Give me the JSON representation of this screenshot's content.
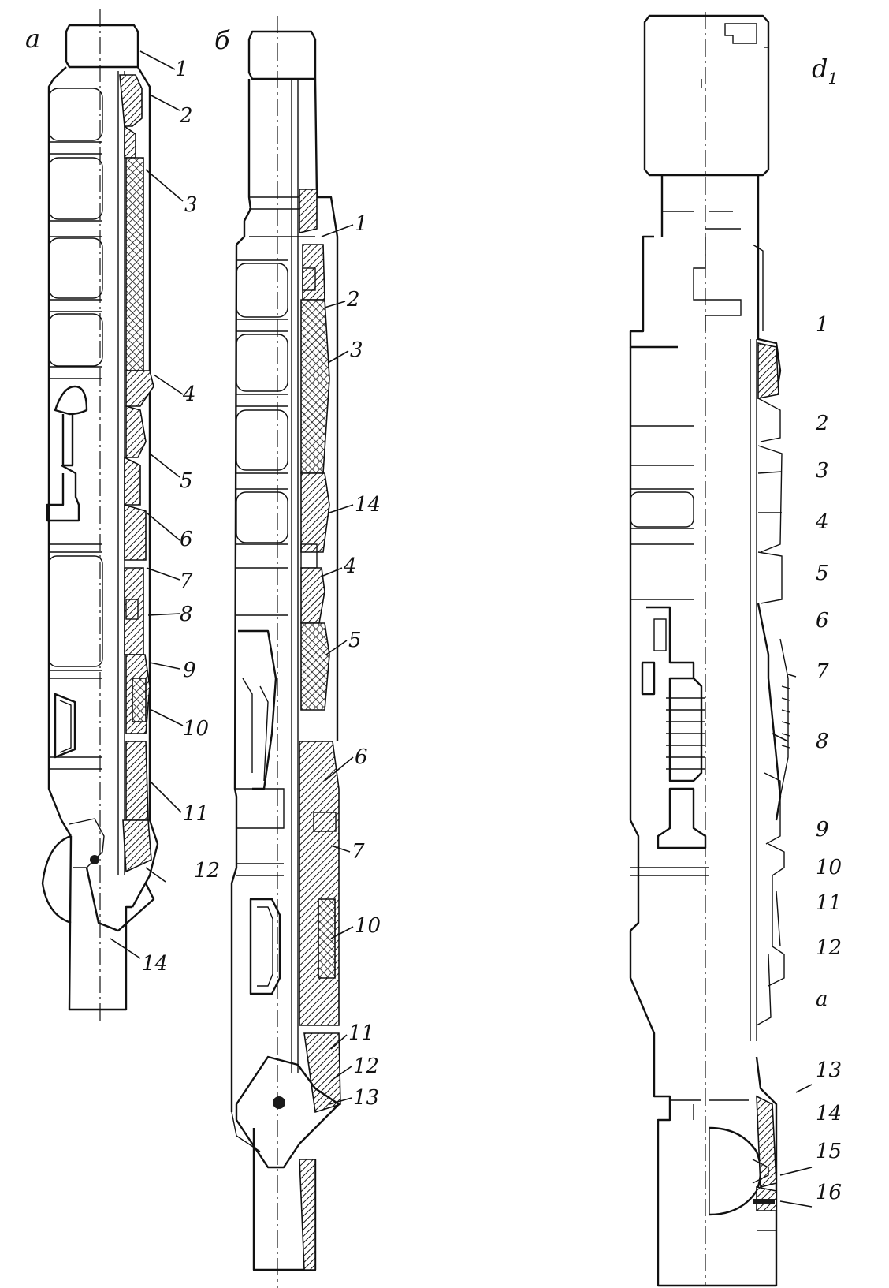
{
  "figures": [
    {
      "id": "a",
      "title": "а",
      "labels": [
        "1",
        "2",
        "3",
        "4",
        "5",
        "6",
        "7",
        "8",
        "9",
        "10",
        "11",
        "12",
        "14"
      ]
    },
    {
      "id": "b",
      "title": "б",
      "labels": [
        "1",
        "2",
        "3",
        "14",
        "4",
        "5",
        "6",
        "7",
        "10",
        "11",
        "12",
        "13"
      ]
    },
    {
      "id": "d1",
      "title": "d",
      "title_sub": "1",
      "labels": [
        "1",
        "2",
        "3",
        "4",
        "5",
        "6",
        "7",
        "8",
        "9",
        "10",
        "11",
        "12",
        "а",
        "13",
        "14",
        "15",
        "16"
      ]
    }
  ]
}
